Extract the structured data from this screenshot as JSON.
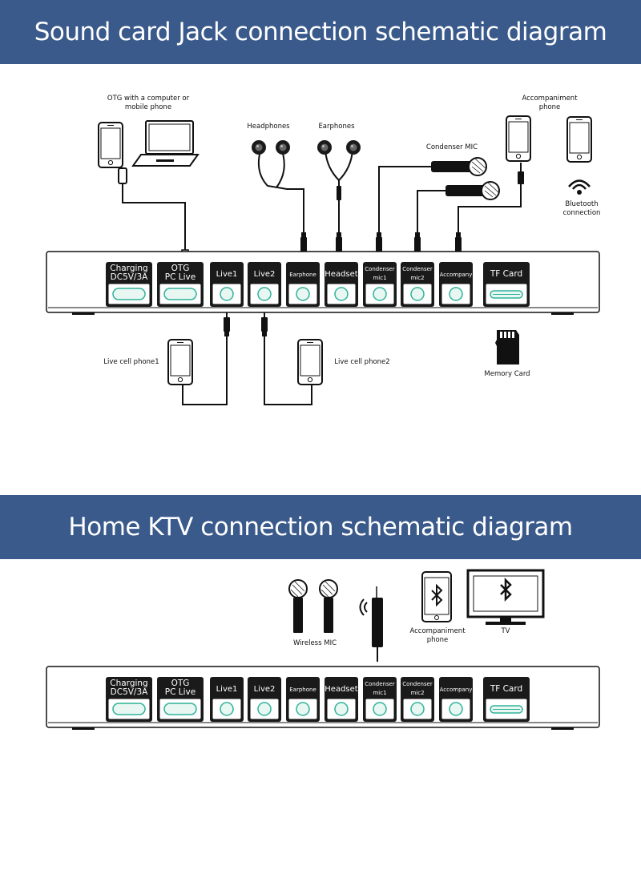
{
  "sections": [
    {
      "title": "Sound card Jack connection schematic diagram",
      "labels": {
        "otg_device": "OTG with a computer or mobile phone",
        "headphones": "Headphones",
        "earphones": "Earphones",
        "condenser_mic": "Condenser MIC",
        "accompaniment_phone": "Accompaniment phone",
        "bluetooth": "Bluetooth connection",
        "live_phone1": "Live cell phone1",
        "live_phone2": "Live cell phone2",
        "memory_card": "Memory Card"
      }
    },
    {
      "title": "Home KTV connection schematic diagram",
      "labels": {
        "wireless_mic": "Wireless MIC",
        "accompaniment_phone": "Accompaniment phone",
        "tv": "TV"
      }
    }
  ],
  "ports": [
    {
      "line1": "Charging",
      "line2": "DC5V/3A",
      "shape": "pill"
    },
    {
      "line1": "OTG",
      "line2": "PC Live",
      "shape": "pill"
    },
    {
      "line1": "Live1",
      "line2": "",
      "shape": "jack"
    },
    {
      "line1": "Live2",
      "line2": "",
      "shape": "jack"
    },
    {
      "line1": "Earphone",
      "line2": "",
      "shape": "jack"
    },
    {
      "line1": "Headset",
      "line2": "",
      "shape": "jack"
    },
    {
      "line1": "Condenser",
      "line2": "mic1",
      "shape": "jack"
    },
    {
      "line1": "Condenser",
      "line2": "mic2",
      "shape": "jack"
    },
    {
      "line1": "Accompany",
      "line2": "",
      "shape": "jack"
    },
    {
      "line1": "TF Card",
      "line2": "",
      "shape": "card"
    }
  ],
  "colors": {
    "banner": "#3a5a8c",
    "port_label_bg": "#111111",
    "port_body": "#1a1a1a",
    "port_slot": "#2fb39a",
    "port_slot_fill": "#e9f7f3"
  },
  "icons": [
    "phone-icon",
    "laptop-icon",
    "earbud-icon",
    "microphone-icon",
    "bluetooth-icon",
    "sd-card-icon",
    "tv-icon",
    "wireless-receiver-icon"
  ]
}
